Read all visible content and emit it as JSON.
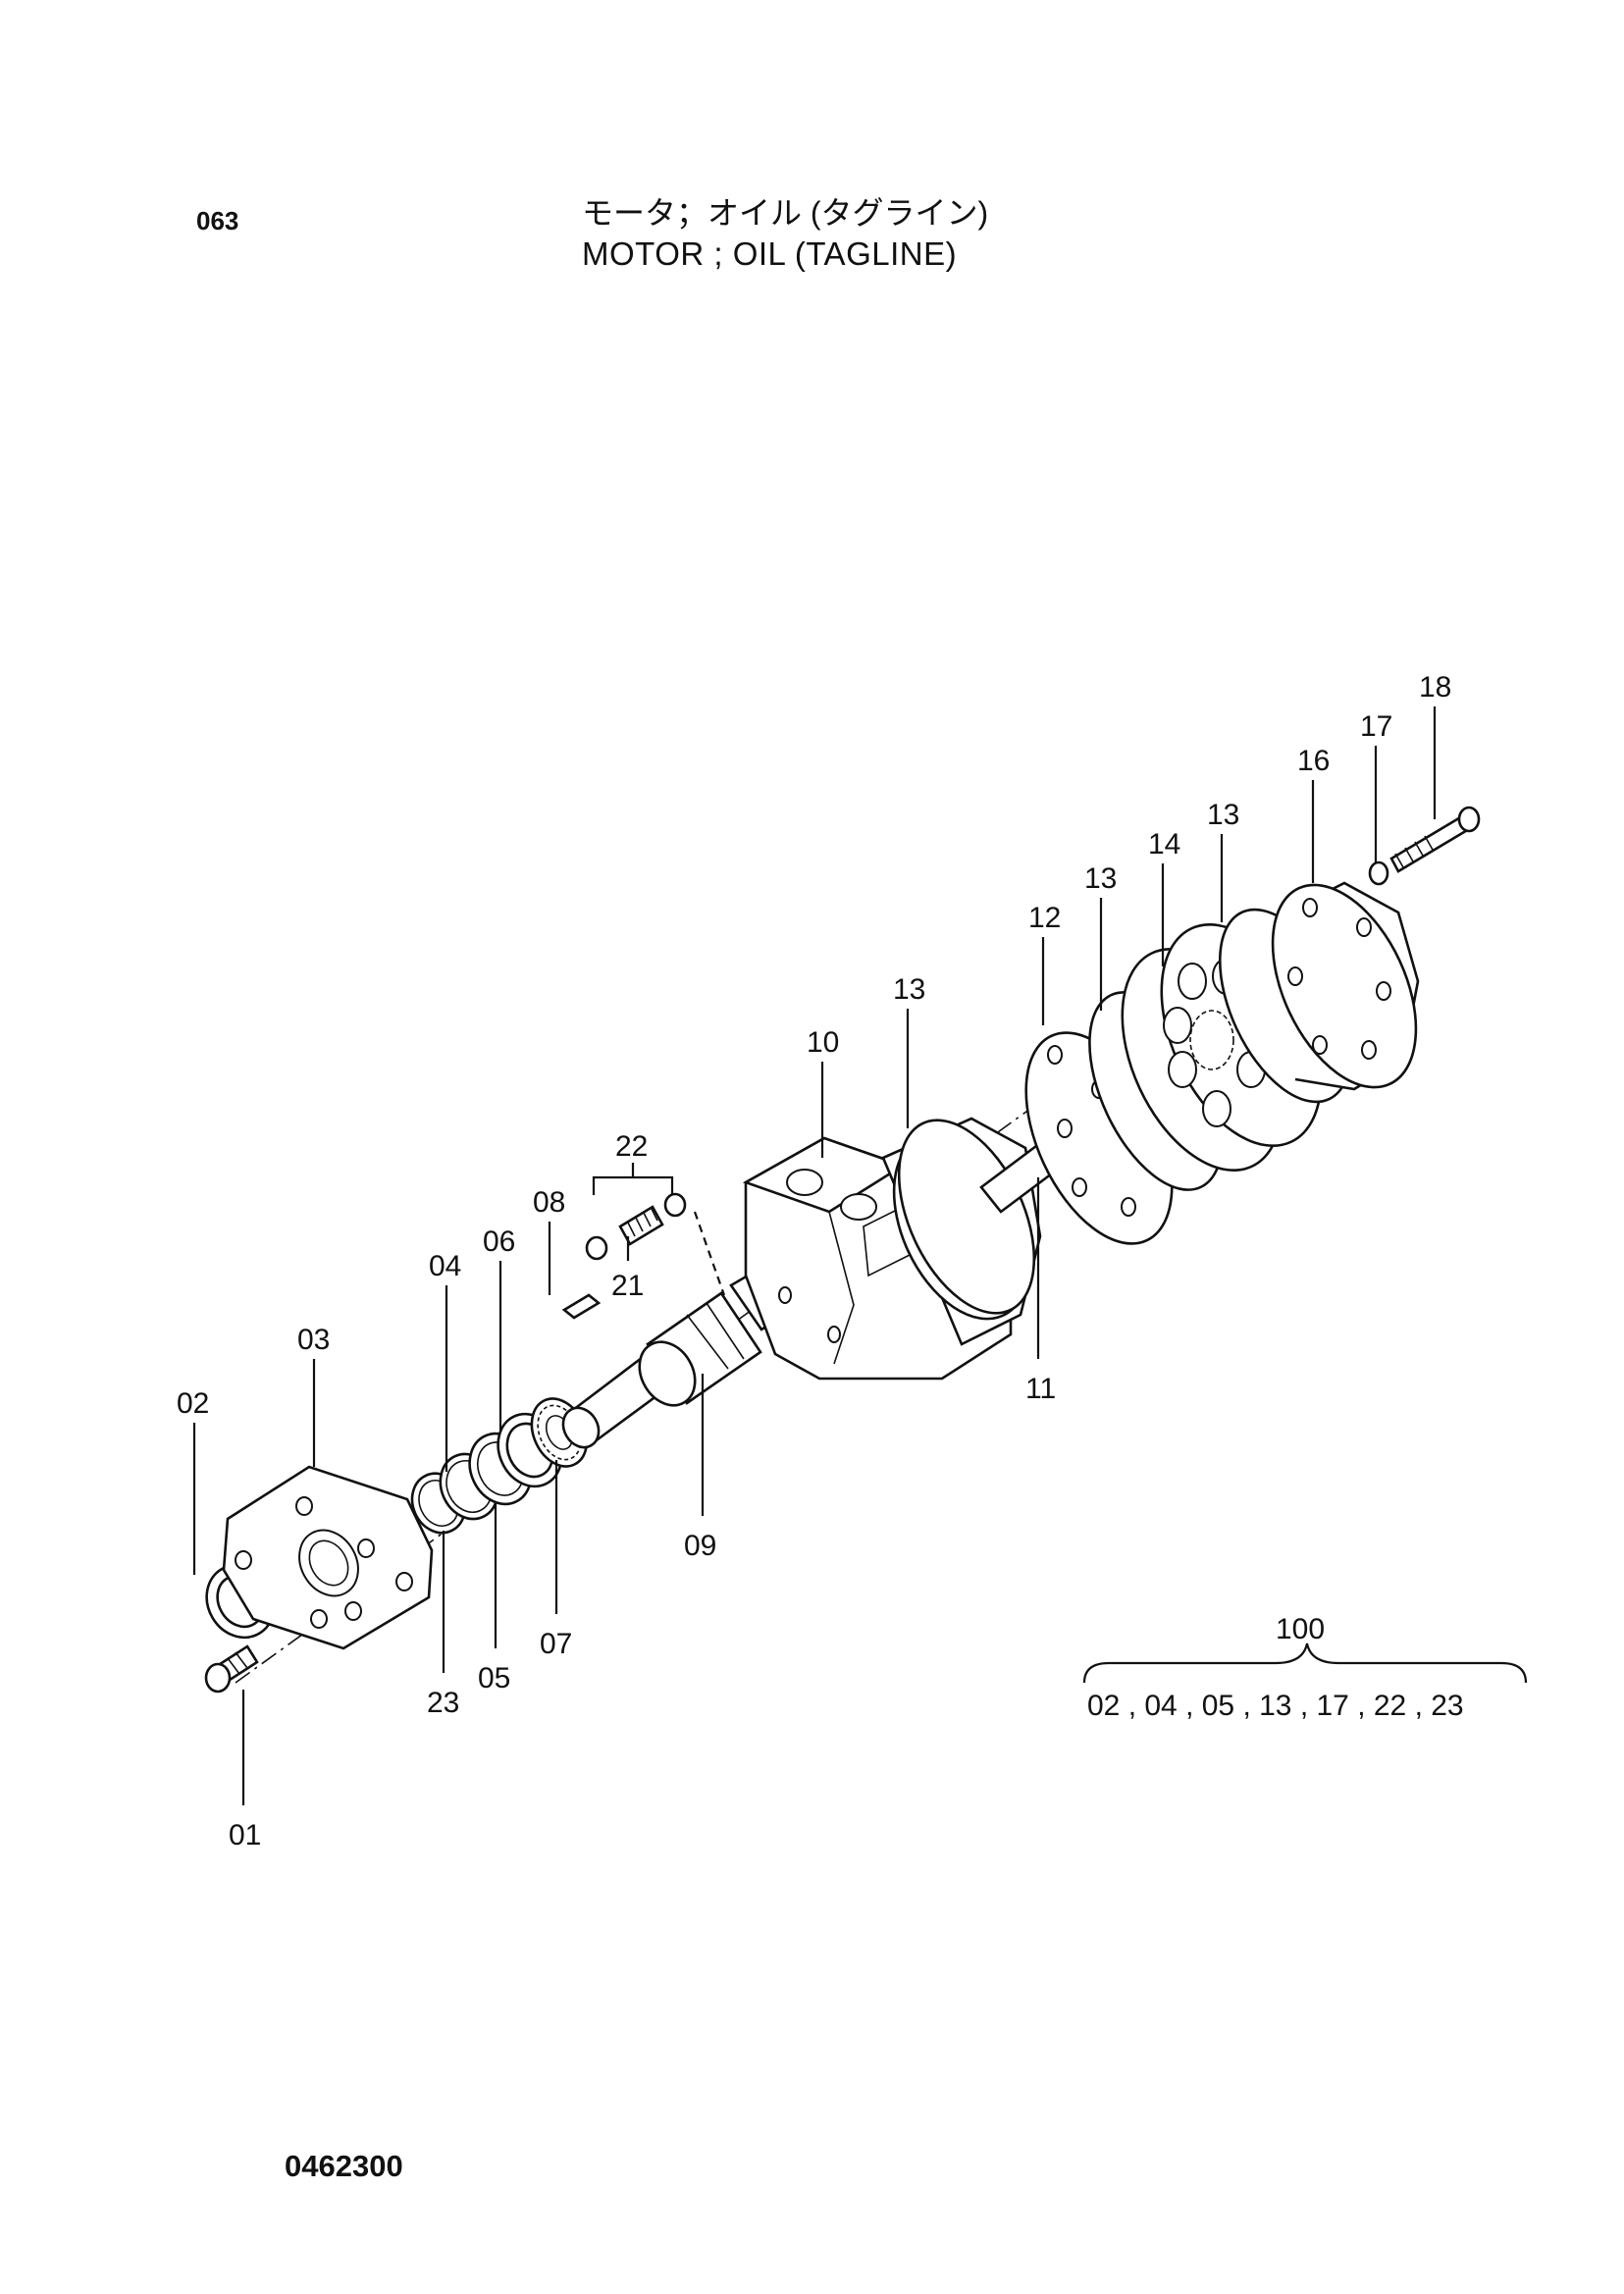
{
  "header": {
    "page_code": "063",
    "title_jp": "モータ；オイル (タグライン)",
    "title_en": "MOTOR ; OIL (TAGLINE)"
  },
  "callouts": {
    "c01": "01",
    "c02": "02",
    "c03": "03",
    "c04": "04",
    "c05": "05",
    "c06": "06",
    "c07": "07",
    "c08": "08",
    "c09": "09",
    "c10": "10",
    "c11": "11",
    "c12": "12",
    "c13a": "13",
    "c13b": "13",
    "c13c": "13",
    "c14": "14",
    "c16": "16",
    "c17": "17",
    "c18": "18",
    "c21": "21",
    "c22": "22",
    "c23": "23"
  },
  "kit": {
    "number": "100",
    "contents": "02 , 04 , 05 , 13 , 17 , 22 , 23"
  },
  "footer": {
    "doc_number": "0462300"
  }
}
